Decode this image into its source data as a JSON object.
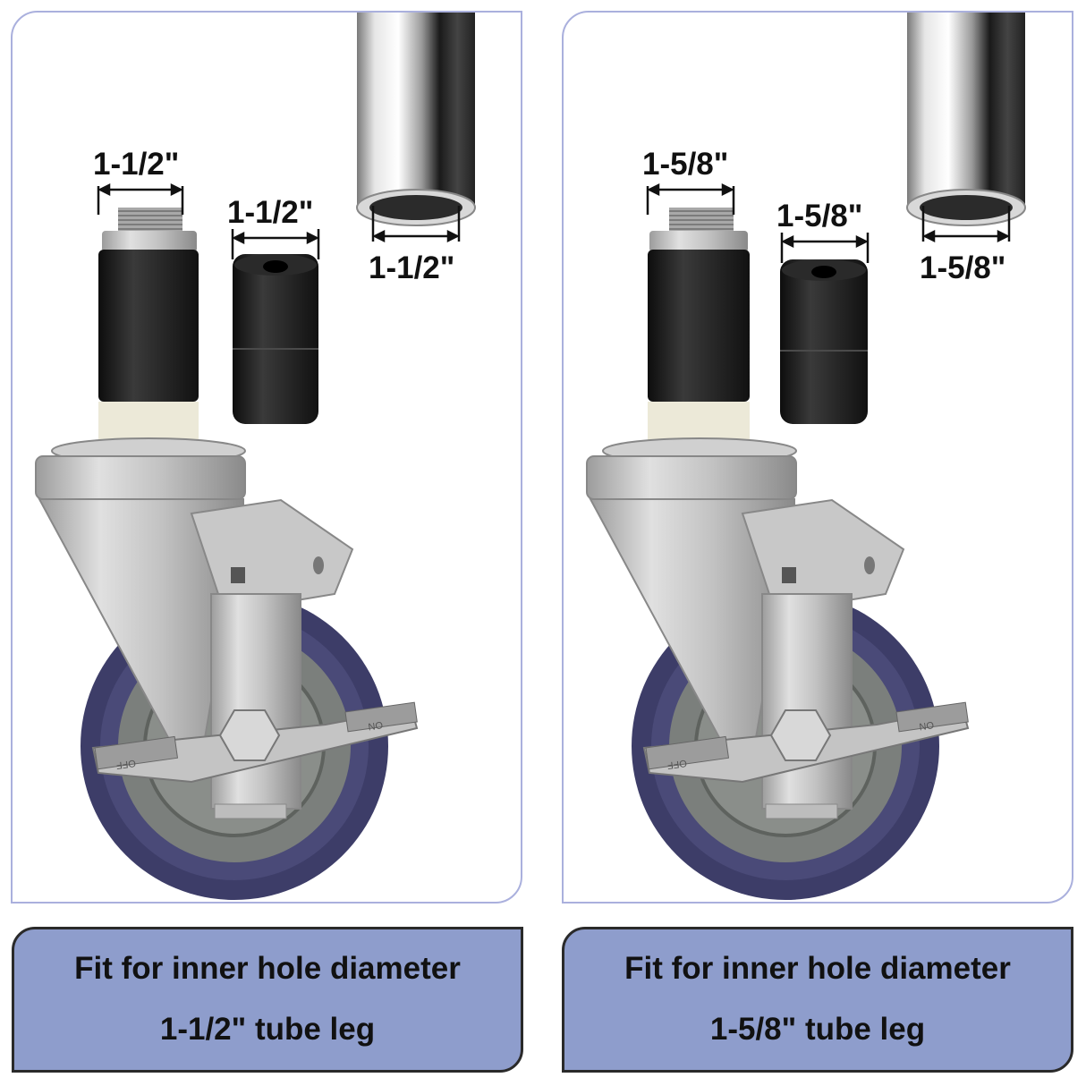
{
  "left": {
    "stem_width": "1-1/2\"",
    "sleeve_width": "1-1/2\"",
    "tube_width": "1-1/2\"",
    "caption_line1": "Fit for inner hole diameter",
    "caption_line2": "1-1/2\" tube leg"
  },
  "right": {
    "stem_width": "1-5/8\"",
    "sleeve_width": "1-5/8\"",
    "tube_width": "1-5/8\"",
    "caption_line1": "Fit for inner hole diameter",
    "caption_line2": "1-5/8\" tube leg"
  },
  "brake_labels": {
    "off": "OFF",
    "on": "ON"
  },
  "colors": {
    "panel_border": "#aab0dd",
    "caption_fill": "#8e9dcc",
    "wheel_tread": "#3d3d68",
    "wheel_hub": "#7b7f7c",
    "rubber": "#1c1c1c"
  }
}
